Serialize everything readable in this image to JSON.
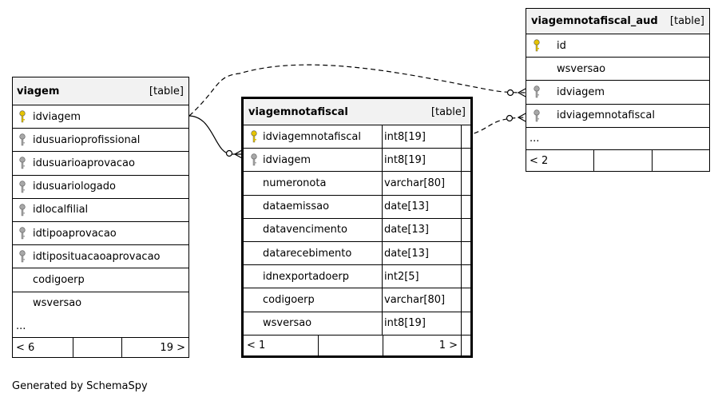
{
  "tables": {
    "viagem": {
      "name": "viagem",
      "kind": "[table]",
      "columns": [
        {
          "name": "idviagem",
          "key": "primary"
        },
        {
          "name": "idusuarioprofissional",
          "key": "foreign"
        },
        {
          "name": "idusuarioaprovacao",
          "key": "foreign"
        },
        {
          "name": "idusuariologado",
          "key": "foreign"
        },
        {
          "name": "idlocalfilial",
          "key": "foreign"
        },
        {
          "name": "idtipoaprovacao",
          "key": "foreign"
        },
        {
          "name": "idtiposituacaoaprovacao",
          "key": "foreign"
        },
        {
          "name": "codigoerp",
          "key": "none"
        },
        {
          "name": "wsversao",
          "key": "none"
        }
      ],
      "ellipsis": "...",
      "footer": {
        "left": "< 6",
        "right": "19 >"
      }
    },
    "viagemnotafiscal": {
      "name": "viagemnotafiscal",
      "kind": "[table]",
      "columns": [
        {
          "name": "idviagemnotafiscal",
          "type": "int8[19]",
          "key": "primary"
        },
        {
          "name": "idviagem",
          "type": "int8[19]",
          "key": "foreign"
        },
        {
          "name": "numeronota",
          "type": "varchar[80]",
          "key": "none"
        },
        {
          "name": "dataemissao",
          "type": "date[13]",
          "key": "none"
        },
        {
          "name": "datavencimento",
          "type": "date[13]",
          "key": "none"
        },
        {
          "name": "datarecebimento",
          "type": "date[13]",
          "key": "none"
        },
        {
          "name": "idnexportadoerp",
          "type": "int2[5]",
          "key": "none"
        },
        {
          "name": "codigoerp",
          "type": "varchar[80]",
          "key": "none"
        },
        {
          "name": "wsversao",
          "type": "int8[19]",
          "key": "none"
        }
      ],
      "footer": {
        "left": "< 1",
        "right": "1 >"
      }
    },
    "viagemnotafiscal_aud": {
      "name": "viagemnotafiscal_aud",
      "kind": "[table]",
      "columns": [
        {
          "name": "id",
          "key": "primary"
        },
        {
          "name": "wsversao",
          "key": "none"
        },
        {
          "name": "idviagem",
          "key": "foreign"
        },
        {
          "name": "idviagemnotafiscal",
          "key": "foreign"
        }
      ],
      "ellipsis": "...",
      "footer": {
        "left": "< 2",
        "right": ""
      }
    }
  },
  "footer_text": "Generated by SchemaSpy",
  "colors": {
    "primary_key": "#e6c400",
    "foreign_key": "#a8a8a8",
    "header_bg": "#f2f2f2",
    "line": "#000000"
  },
  "icons": {
    "primary_key": "key-icon",
    "foreign_key": "foreign-key-icon"
  }
}
